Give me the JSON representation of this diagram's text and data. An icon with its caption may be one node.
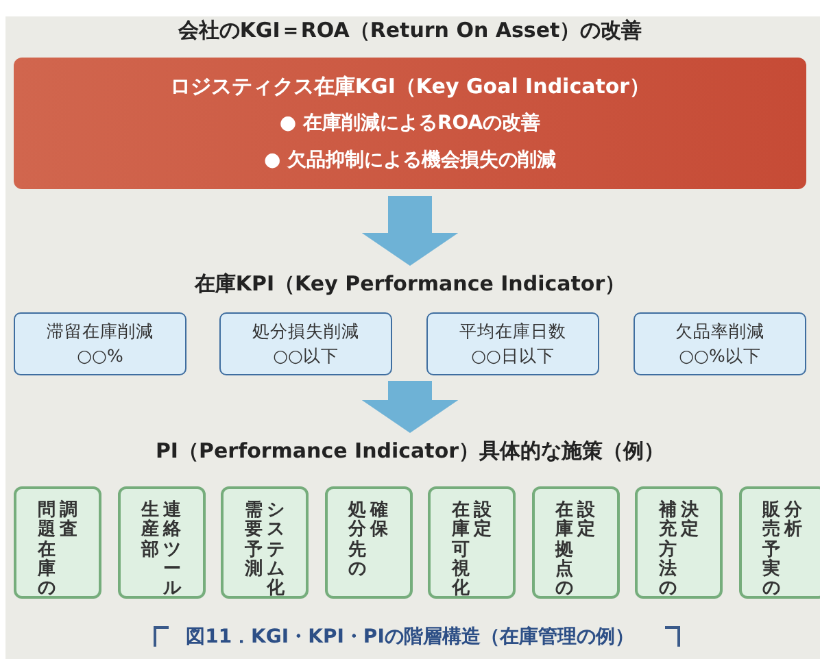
{
  "diagram": {
    "title": "会社のKGI＝ROA（Return On Asset）の改善",
    "nodes": [
      {
        "text": [
          "ロジスティクス在庫KGI（Key Goal Indicator）",
          "● 在庫削減によるROAの改善",
          "● 欠品抑制による機会損失の削減"
        ]
      },
      {
        "text": [
          "在庫KPI（Key Performance Indicator）"
        ]
      },
      {
        "text": [
          "滞留在庫削減",
          "○○%"
        ]
      },
      {
        "text": [
          "処分損失削減",
          "○○以下"
        ]
      },
      {
        "text": [
          "平均在庫日数",
          "○○日以下"
        ]
      },
      {
        "text": [
          "欠品率削減",
          "○○%以下"
        ]
      },
      {
        "text": [
          "PI（Performance Indicator）具体的な施策（例）"
        ]
      },
      {
        "text": [
          "問題在庫の",
          "調査"
        ]
      },
      {
        "text": [
          "生産部",
          "連絡ツール"
        ]
      },
      {
        "text": [
          "需要予測",
          "システム化"
        ]
      },
      {
        "text": [
          "処分先の",
          "確保"
        ]
      },
      {
        "text": [
          "在庫可視化",
          "設定"
        ]
      },
      {
        "text": [
          "在庫拠点の",
          "設定"
        ]
      },
      {
        "text": [
          "補充方法の",
          "決定"
        ]
      },
      {
        "text": [
          "販売予実の",
          "分析"
        ]
      }
    ],
    "edges": [
      {
        "from": 0,
        "to": 1,
        "arrow": "to"
      },
      {
        "from": null,
        "to": 6,
        "arrow": "to"
      }
    ],
    "caption": "図11．KGI・KPI・PIの階層構造（在庫管理の例）"
  }
}
